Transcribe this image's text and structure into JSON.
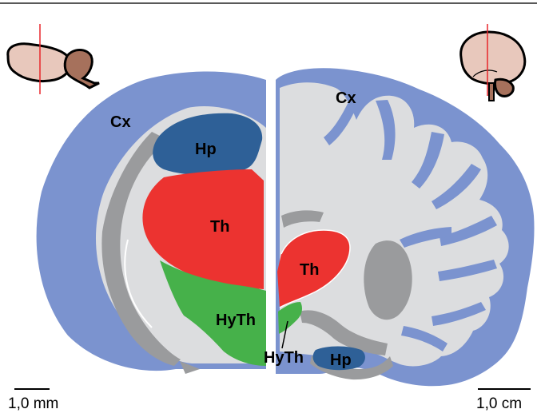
{
  "colors": {
    "cortex": "#7b93cf",
    "white_matter": "#dcdddf",
    "gray_structures": "#9a9b9d",
    "hippocampus": "#2e6097",
    "thalamus": "#ec3330",
    "hypothalamus": "#46b14a",
    "brain_icon": "#e8c8bc",
    "cerebellum_icon": "#a6715c",
    "section_line": "#e8262a"
  },
  "icons": {
    "left": "rodent-brain-icon",
    "right": "human-brain-icon"
  },
  "left_section": {
    "labels": {
      "cortex": "Cx",
      "hippocampus": "Hp",
      "thalamus": "Th",
      "hypothalamus": "HyTh"
    },
    "scale_bar": "1,0 mm"
  },
  "right_section": {
    "labels": {
      "cortex": "Cx",
      "hippocampus": "Hp",
      "thalamus": "Th",
      "hypothalamus": "HyTh"
    },
    "scale_bar": "1,0 cm"
  }
}
